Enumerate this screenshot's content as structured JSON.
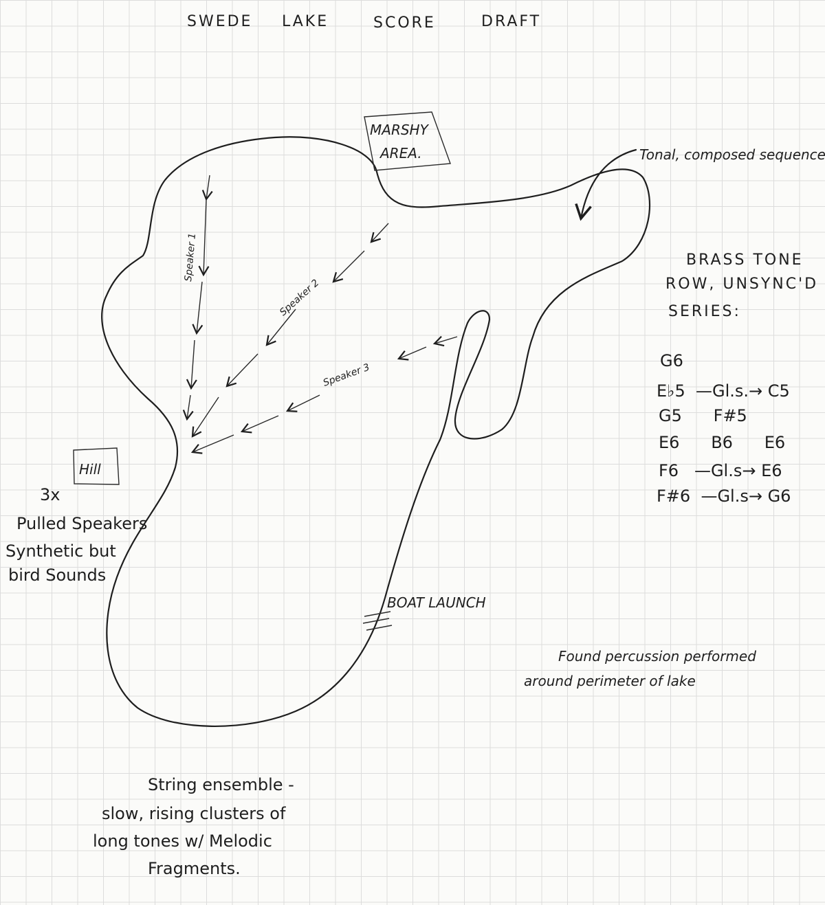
{
  "title": [
    "SWEDE",
    "LAKE",
    "SCORE",
    "DRAFT"
  ],
  "labels": {
    "marshy": [
      "MARSHY",
      "AREA."
    ],
    "tonal": "Tonal, composed sequence",
    "hill": "Hill",
    "speaker1": "Speaker 1",
    "speaker2": "Speaker 2",
    "speaker3": "Speaker 3",
    "boat_launch": "BOAT LAUNCH",
    "pulled_speakers": [
      "3x",
      "Pulled Speakers",
      "Synthetic but",
      "bird Sounds"
    ],
    "found_percussion": [
      "Found percussion performed",
      "around perimeter of lake"
    ],
    "string_ensemble": [
      "String ensemble -",
      "slow, rising clusters of",
      "long tones w/ Melodic",
      "Fragments."
    ]
  },
  "brass": {
    "heading": [
      "BRASS TONE",
      "ROW, UNSYNC'D",
      "SERIES:"
    ],
    "rows": [
      "G6",
      "E♭5  —Gl.s.→ C5",
      "G5      F#5",
      "E6      B6      E6",
      "F6   —Gl.s→ E6",
      "F#6  —Gl.s→ G6"
    ]
  }
}
